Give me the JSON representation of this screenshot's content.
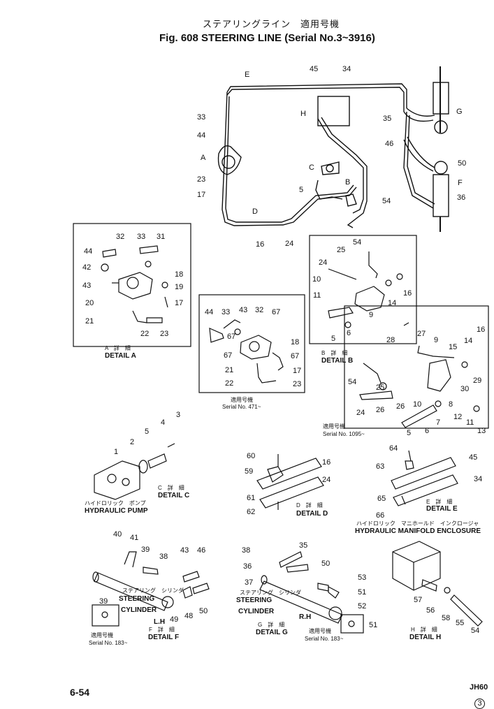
{
  "title": {
    "jp": "ステアリングライン　適用号機",
    "en": "Fig. 608  STEERING LINE (Serial No.3~3916)"
  },
  "footer": {
    "page": "6-54",
    "code": "JH60",
    "rev": "3"
  },
  "main_labels": {
    "e": "E",
    "n45": "45",
    "n34": "34",
    "h": "H",
    "n33": "33",
    "n44": "44",
    "a": "A",
    "n23": "23",
    "n17": "17",
    "c": "C",
    "n5": "5",
    "b": "B",
    "n54": "54",
    "d": "D",
    "n16": "16",
    "n24": "24",
    "n35": "35",
    "g": "G",
    "n46": "46",
    "n50": "50",
    "f": "F",
    "n36": "36"
  },
  "detail_a": {
    "labels": {
      "n32": "32",
      "n33": "33",
      "n31": "31",
      "n44": "44",
      "n42": "42",
      "n43": "43",
      "n18": "18",
      "n19": "19",
      "n17": "17",
      "n20": "20",
      "n21": "21",
      "n22": "22",
      "n23": "23"
    },
    "caption_jp": "A　詳　細",
    "caption_en": "DETAIL  A"
  },
  "detail_a_serial": {
    "labels": {
      "n44": "44",
      "n33": "33",
      "n43": "43",
      "n32": "32",
      "n67a": "67",
      "n67b": "67",
      "n18": "18",
      "n67c": "67",
      "n21": "21",
      "n17": "17",
      "n22": "22",
      "n23": "23"
    },
    "serial_jp": "適用号機",
    "serial": "Serial No. 471~"
  },
  "detail_b": {
    "labels": {
      "n54": "54",
      "n25": "25",
      "n24": "24",
      "n10": "10",
      "n11": "11",
      "n16": "16",
      "n14": "14",
      "n9": "9",
      "n6": "6",
      "n5": "5"
    },
    "caption_jp": "B　詳　細",
    "caption_en": "DETAIL  B"
  },
  "detail_b_serial": {
    "labels": {
      "n28": "28",
      "n27": "27",
      "n9": "9",
      "n16": "16",
      "n15": "15",
      "n14": "14",
      "n29": "29",
      "n30": "30",
      "n54": "54",
      "n25": "25",
      "n26": "26",
      "n10": "10",
      "n8": "8",
      "n24": "24",
      "n12": "12",
      "n11": "11",
      "n13": "13",
      "n7": "7",
      "n6": "6",
      "n5": "5"
    },
    "serial_jp": "適用号機",
    "serial": "Serial No. 1095~"
  },
  "detail_c": {
    "labels": {
      "n3": "3",
      "n4": "4",
      "n5": "5",
      "n2": "2",
      "n1": "1"
    },
    "caption_jp": "C　詳　細",
    "caption_en": "DETAIL  C",
    "part_jp": "ハイドロリック　ポンプ",
    "part_en": "HYDRAULIC  PUMP"
  },
  "detail_d": {
    "labels": {
      "n60": "60",
      "n16": "16",
      "n59": "59",
      "n24": "24",
      "n61": "61",
      "n62": "62"
    },
    "caption_jp": "D　詳　細",
    "caption_en": "DETAIL  D"
  },
  "detail_e": {
    "labels": {
      "n64": "64",
      "n45": "45",
      "n63": "63",
      "n34": "34",
      "n65": "65",
      "n66": "66"
    },
    "caption_jp": "E　詳　細",
    "caption_en": "DETAIL  E",
    "part_jp": "ハイドロリック　マニホールド　インクロージャ",
    "part_en": "HYDRAULIC MANIFOLD ENCLOSURE"
  },
  "detail_f": {
    "labels": {
      "n40": "40",
      "n41": "41",
      "n39": "39",
      "n38": "38",
      "n43": "43",
      "n46": "46",
      "n39b": "39",
      "n48": "48",
      "n49": "49",
      "n50": "50"
    },
    "part_jp": "ステアリング　シリンダ",
    "part_en1": "STEERING",
    "part_en2": "CYLINDER",
    "side": "L.H",
    "caption_jp": "F　詳　細",
    "caption_en": "DETAIL  F",
    "serial_jp": "適用号機",
    "serial": "Serial No. 183~"
  },
  "detail_g": {
    "labels": {
      "n38": "38",
      "n35": "35",
      "n36": "36",
      "n37": "37",
      "n50": "50",
      "n53": "53",
      "n51": "51",
      "n52": "52",
      "n51b": "51"
    },
    "part_jp": "ステアリング　シリンダ",
    "part_en1": "STEERING",
    "part_en2": "CYLINDER",
    "side": "R.H",
    "caption_jp": "G　詳　細",
    "caption_en": "DETAIL  G",
    "serial_jp": "適用号機",
    "serial": "Serial No. 183~"
  },
  "detail_h": {
    "labels": {
      "n57": "57",
      "n56": "56",
      "n58": "58",
      "n55": "55",
      "n54": "54"
    },
    "caption_jp": "H　詳　細",
    "caption_en": "DETAIL  H"
  }
}
